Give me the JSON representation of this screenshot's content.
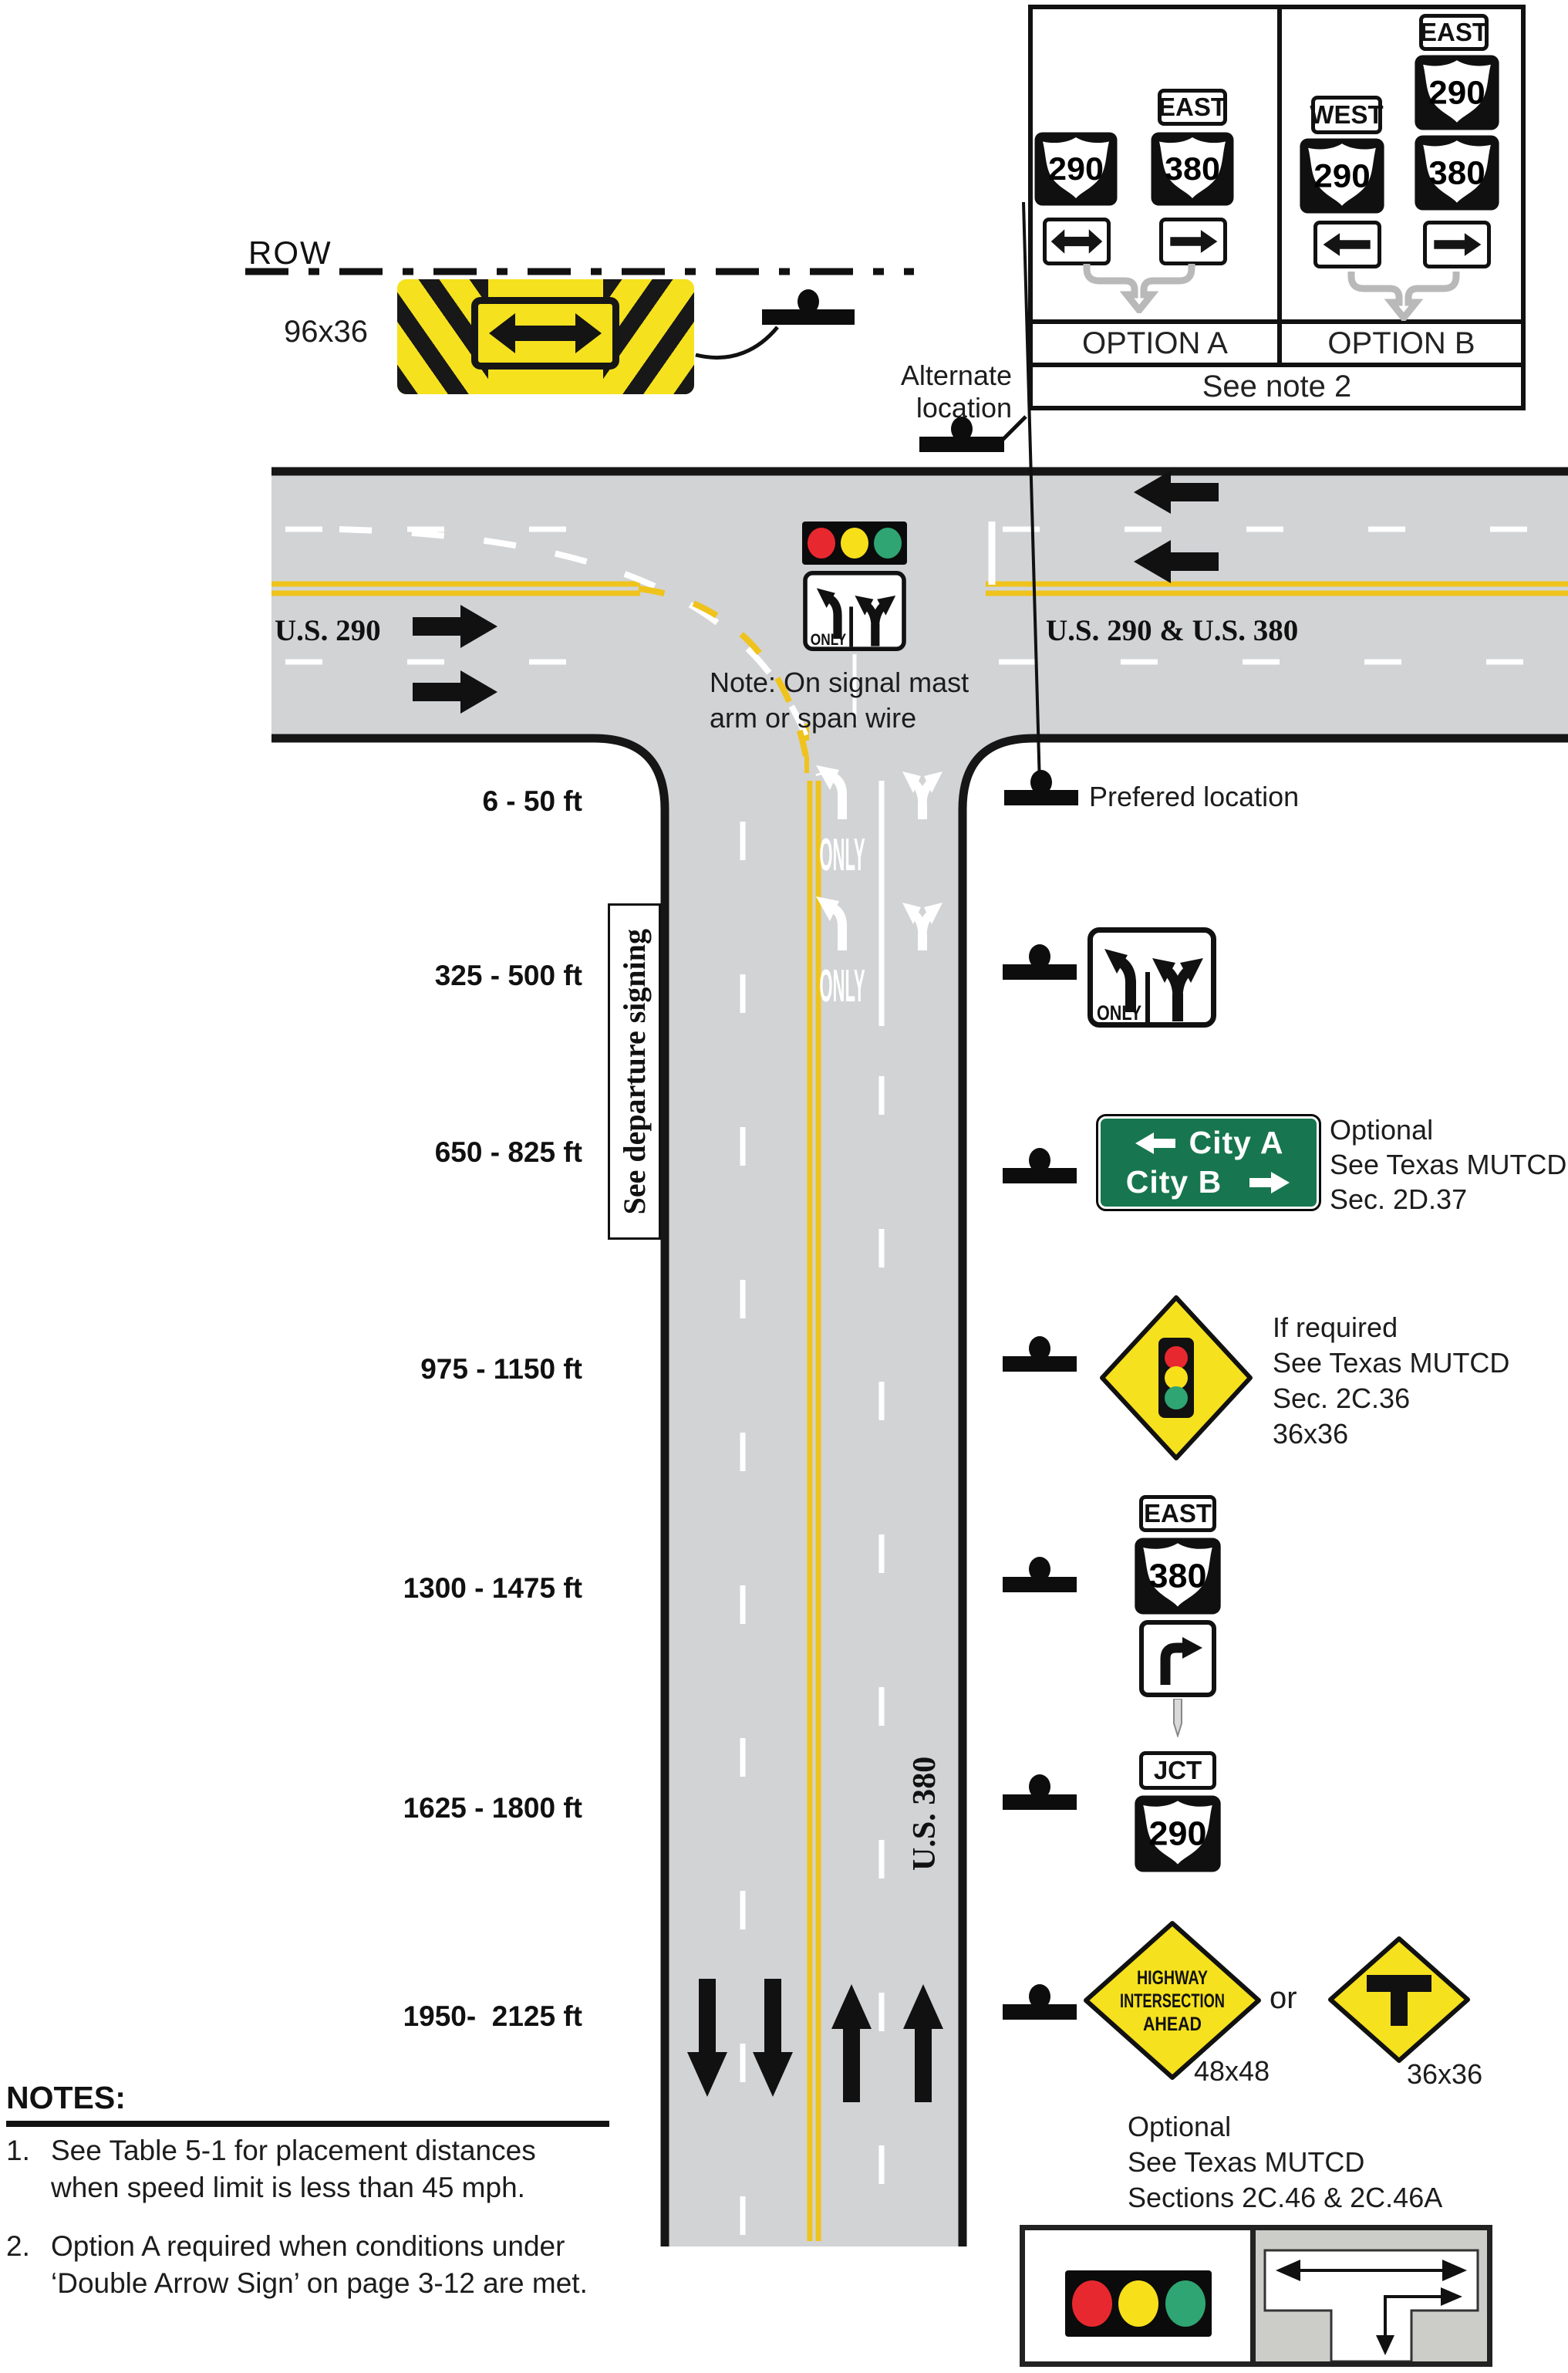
{
  "header": {
    "row_label": "ROW",
    "size_label": "96x36",
    "alternate_location": {
      "line1": "Alternate",
      "line2": "location"
    },
    "preferred_location": "Prefered location"
  },
  "options_table": {
    "east_plaque": "EAST",
    "west_plaque": "WEST",
    "route_290": "290",
    "route_380": "380",
    "option_a": "OPTION A",
    "option_b": "OPTION B",
    "footer": "See note 2"
  },
  "intersection": {
    "us290": "U.S. 290",
    "us290_380": "U.S. 290 & U.S. 380",
    "note_line1": "Note: On signal mast",
    "note_line2": "arm or span wire",
    "only": "ONLY"
  },
  "corridor": {
    "departure": "See departure signing",
    "us380": "U.S. 380",
    "distances": [
      "6 - 50 ft",
      "325 - 500 ft",
      "650 - 825 ft",
      "975 - 1150 ft",
      "1300 - 1475 ft",
      "1625 - 1800 ft",
      "1950-  2125 ft"
    ],
    "guide_sign": {
      "city_a": "City A",
      "city_b": "City B"
    },
    "guide_annotation": [
      "Optional",
      "See Texas MUTCD",
      "Sec. 2D.37"
    ],
    "signal_annotation": [
      "If required",
      "See Texas MUTCD",
      "Sec. 2C.36",
      "36x36"
    ],
    "east_380": {
      "plaque": "EAST",
      "route": "380"
    },
    "jct_290": {
      "plaque": "JCT",
      "route": "290"
    },
    "warning": {
      "diamond_lines": [
        "HIGHWAY",
        "INTERSECTION",
        "AHEAD"
      ],
      "size_a": "48x48",
      "or": "or",
      "size_b": "36x36",
      "annotation": [
        "Optional",
        "See Texas MUTCD",
        "Sections 2C.46 & 2C.46A"
      ]
    }
  },
  "notes": {
    "heading": "NOTES:",
    "items": [
      {
        "num": "1.",
        "line1": "See Table 5-1 for placement distances",
        "line2": "when speed limit is less than 45 mph."
      },
      {
        "num": "2.",
        "line1": "Option A required when conditions under",
        "line2": "‘Double Arrow Sign’ on page 3-12 are met."
      }
    ]
  },
  "colors": {
    "sign_yellow": "#F5E11E",
    "road_yellow": "#EFC31B",
    "guide_green": "#17764F",
    "signal_red": "#E8282F",
    "signal_yellow": "#F7E01A",
    "signal_green": "#2EA572",
    "pavement_gray": "#D2D3D5"
  }
}
